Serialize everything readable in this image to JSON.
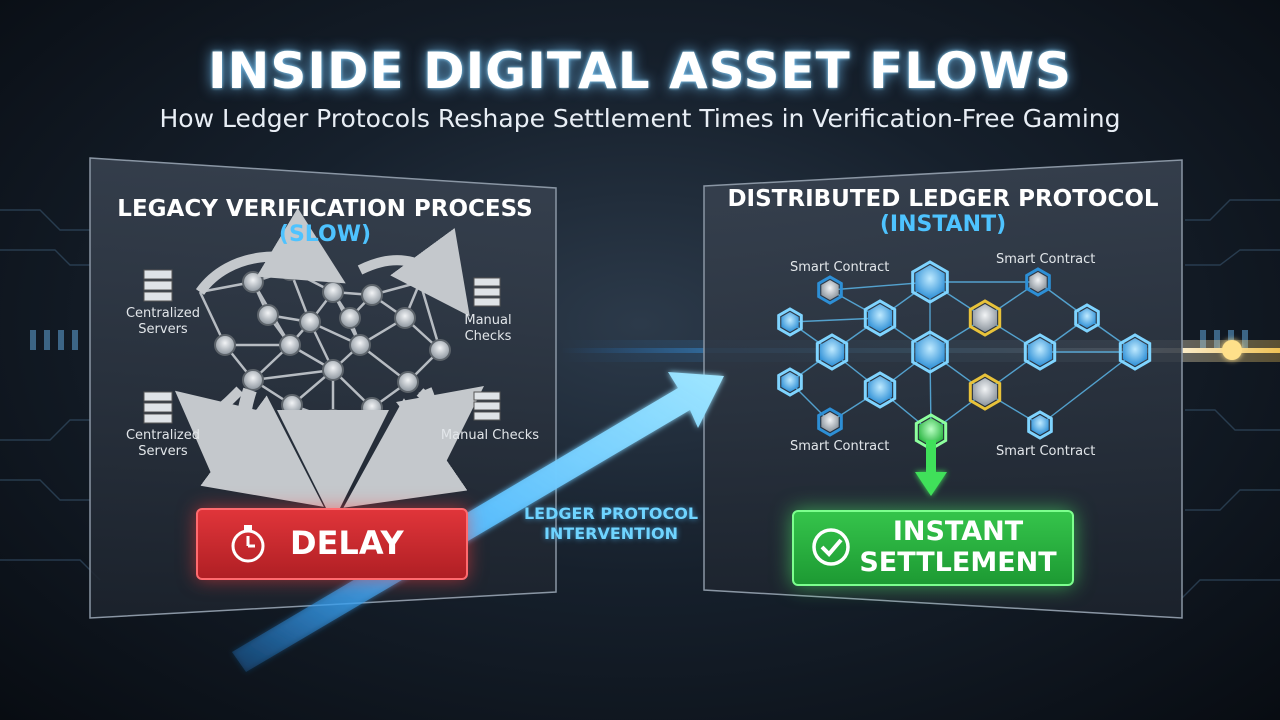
{
  "title": "INSIDE DIGITAL ASSET FLOWS",
  "subtitle": "How Ledger Protocols Reshape Settlement Times in Verification-Free Gaming",
  "legacy": {
    "title": "LEGACY VERIFICATION PROCESS",
    "tag": "(SLOW)",
    "labels": {
      "server_top": "Centralized Servers",
      "server_bottom": "Centralized Servers",
      "manual_top": "Manual Checks",
      "manual_bottom": "Manual Checks"
    },
    "result": "DELAY",
    "result_icon": "stopwatch-icon"
  },
  "distributed": {
    "title": "DISTRIBUTED LEDGER PROTOCOL",
    "tag": "(INSTANT)",
    "labels": {
      "sc_top_left": "Smart Contract",
      "sc_top_right": "Smart Contract",
      "sc_bottom_left": "Smart Contract",
      "sc_bottom_right": "Smart Contract"
    },
    "result": "INSTANT SETTLEMENT",
    "result_icon": "checkmark-icon"
  },
  "arrow_label": "LEDGER PROTOCOL INTERVENTION",
  "colors": {
    "delay": "#d42a2f",
    "settlement": "#2bb840",
    "accent": "#4ec3ff",
    "hex_blue": "#3aa8e8",
    "hex_gold": "#e8c23a",
    "hex_green": "#3fe05a"
  }
}
